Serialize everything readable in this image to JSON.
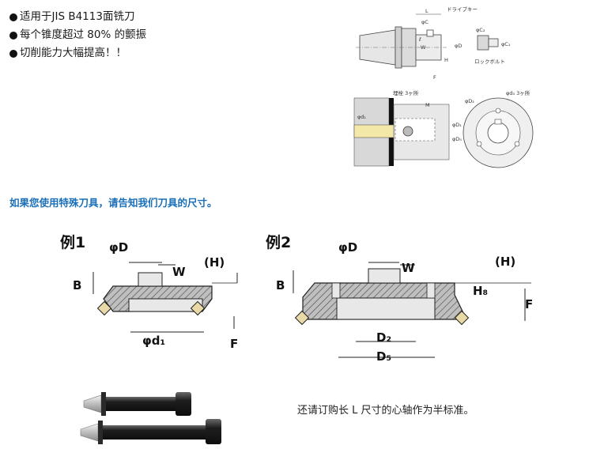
{
  "features": [
    "适用于JIS B4113面铣刀",
    "每个锥度超过 80% 的颤振",
    "切削能力大幅提高！！"
  ],
  "special_tool_note": "如果您使用特殊刀具，请告知我们刀具的尺寸。",
  "order_note": "还请订购长 L 尺寸的心轴作为半标准。",
  "top_drawing": {
    "labels": {
      "L": "L",
      "drive_key": "ドライブキー",
      "phi_c": "φC",
      "l": "ℓ",
      "W": "W",
      "phi_D": "φD",
      "phi_C2": "φC₂",
      "phi_C1": "φC₁",
      "lock_bolt": "ロックボルト",
      "H": "H",
      "F": "F"
    }
  },
  "mid_drawing": {
    "labels": {
      "screw_count": "埋栓 3ヶ所",
      "M": "M",
      "phi_d1": "φd₁",
      "phi_D1": "φD₁",
      "phi_D5": "φD₅",
      "phi_D2": "φD₂",
      "phi_d3": "φd₃ 3ヶ所"
    }
  },
  "example1": {
    "title": "例1",
    "phi_D": "φD",
    "W": "W",
    "H": "(H)",
    "B": "B",
    "phi_d1": "φd₁",
    "F": "F"
  },
  "example2": {
    "title": "例2",
    "phi_D": "φD",
    "W": "W",
    "H": "(H)",
    "B": "B",
    "H8": "H₈",
    "F": "F",
    "D2": "D₂",
    "D5": "D₅"
  },
  "colors": {
    "note_blue": "#1a6fb8",
    "steel_dark": "#2b2b2b",
    "insert": "#e9d9a6"
  }
}
